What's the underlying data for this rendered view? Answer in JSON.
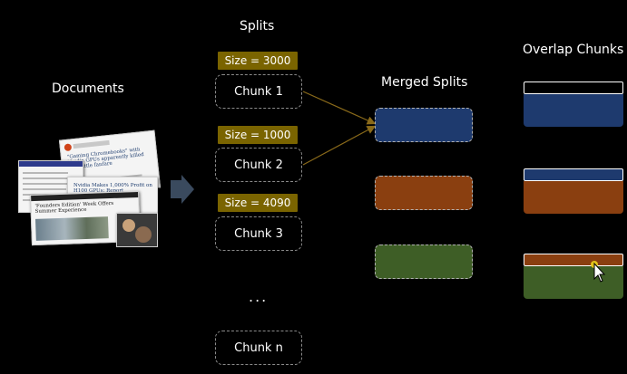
{
  "titles": {
    "documents": "Documents",
    "splits": "Splits",
    "merged_splits": "Merged Splits",
    "overlap_chunks": "Overlap Chunks"
  },
  "splits": [
    {
      "size_label": "Size = 3000",
      "chunk_label": "Chunk 1"
    },
    {
      "size_label": "Size = 1000",
      "chunk_label": "Chunk 2"
    },
    {
      "size_label": "Size = 4090",
      "chunk_label": "Chunk 3"
    }
  ],
  "ellipsis": "...",
  "last_chunk_label": "Chunk n",
  "documents_snippets": {
    "headline_1": "\"Gaming Chromebooks\" with Nvidia GPUs apparently killed with little fanfare",
    "headline_2": "Nvidia Makes 1,000% Profit on H100 GPUs: Report",
    "headline_3": "'Founders Edition' Week Offers Summer Experience"
  },
  "colors": {
    "background": "#000000",
    "size_label_bg": "#7a6400",
    "merged_blue": "#1e3a6e",
    "merged_orange": "#8a3f10",
    "merged_green": "#3e5e26",
    "connector": "#8a6a1a",
    "big_arrow": "#3a4a5e",
    "cursor_dot": "#e2c21a"
  },
  "icons": [
    "right-arrow-icon",
    "mouse-cursor-icon"
  ]
}
